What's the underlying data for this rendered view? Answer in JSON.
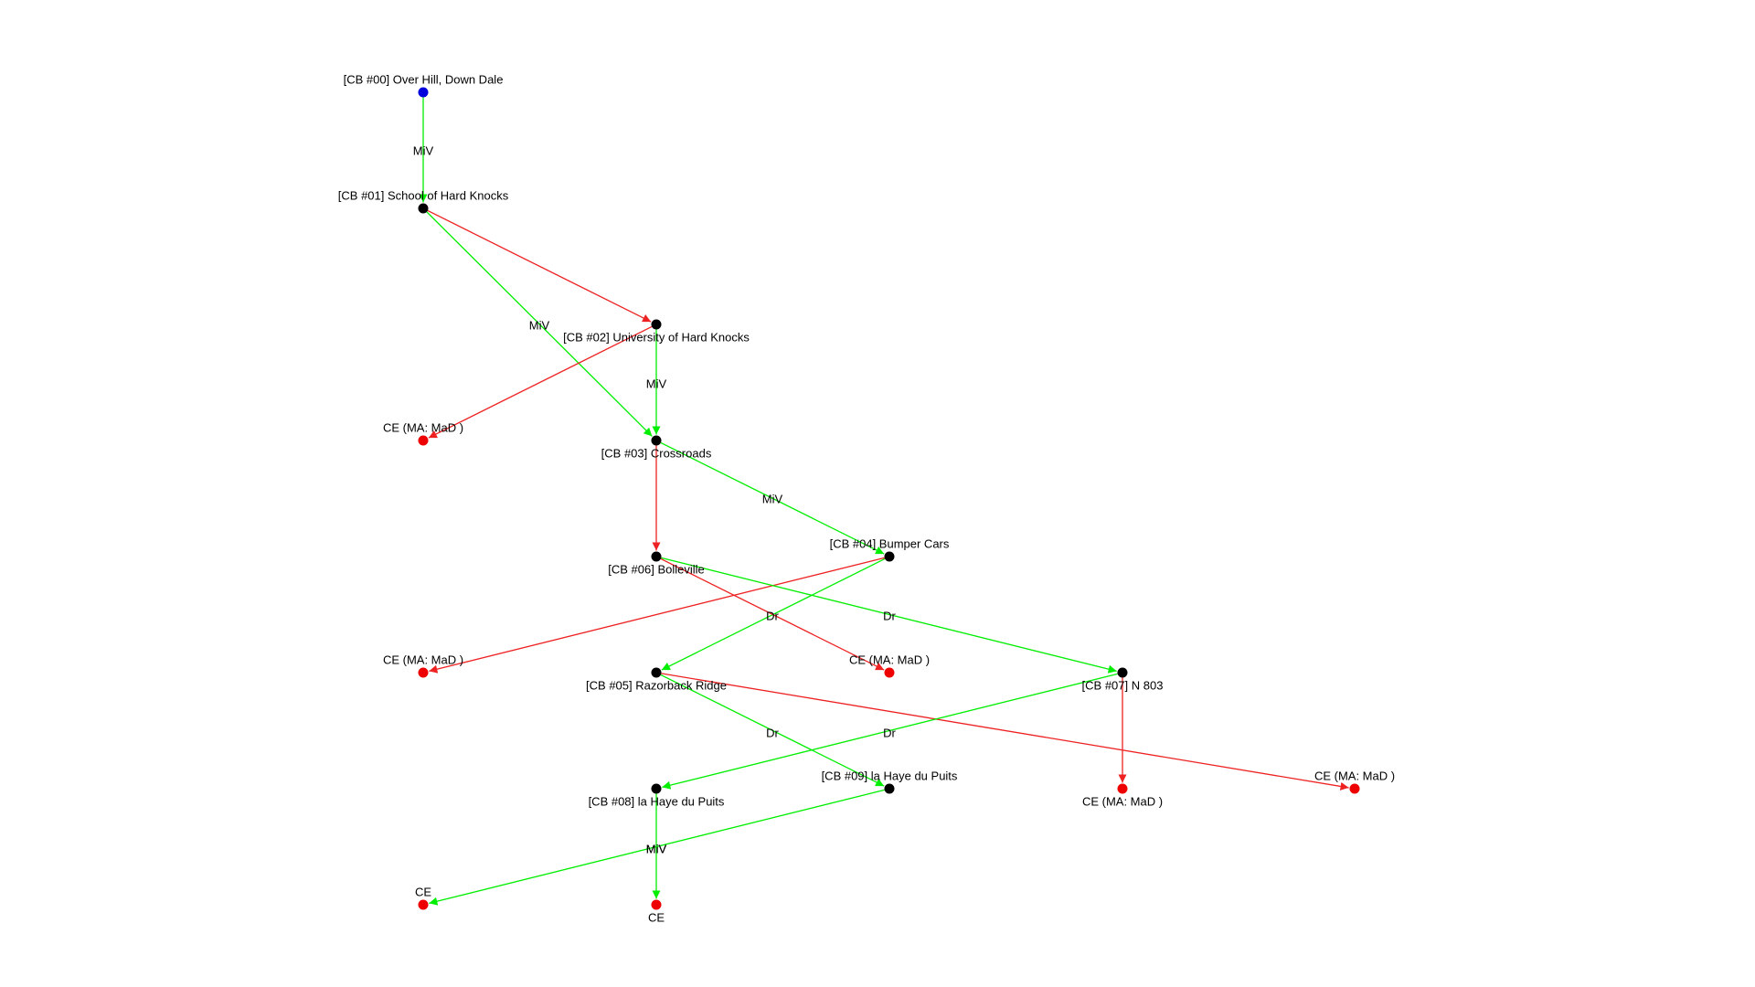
{
  "colors": {
    "background": "#ffffff",
    "edge_green": "#00ee00",
    "edge_red": "#ee2222",
    "node_start": "#0000dd",
    "node_normal": "#000000",
    "node_end": "#ee0000",
    "text": "#000000"
  },
  "nodes": [
    {
      "id": "cb00",
      "label": "[CB #00] Over Hill, Down Dale",
      "kind": "start"
    },
    {
      "id": "cb01",
      "label": "[CB #01] School of Hard Knocks",
      "kind": "normal"
    },
    {
      "id": "cb02",
      "label": "[CB #02] University of Hard Knocks",
      "kind": "normal"
    },
    {
      "id": "ce1",
      "label": "CE (MA: MaD )",
      "kind": "end"
    },
    {
      "id": "cb03",
      "label": "[CB #03] Crossroads",
      "kind": "normal"
    },
    {
      "id": "cb06",
      "label": "[CB #06] Bolleville",
      "kind": "normal"
    },
    {
      "id": "cb04",
      "label": "[CB #04] Bumper Cars",
      "kind": "normal"
    },
    {
      "id": "ce2",
      "label": "CE (MA: MaD )",
      "kind": "end"
    },
    {
      "id": "ce3",
      "label": "CE (MA: MaD )",
      "kind": "end"
    },
    {
      "id": "cb05",
      "label": "[CB #05] Razorback Ridge",
      "kind": "normal"
    },
    {
      "id": "cb07",
      "label": "[CB #07] N 803",
      "kind": "normal"
    },
    {
      "id": "cb08",
      "label": "[CB #08] la Haye du Puits",
      "kind": "normal"
    },
    {
      "id": "cb09",
      "label": "[CB #09] la Haye du Puits",
      "kind": "normal"
    },
    {
      "id": "ce4",
      "label": "CE (MA: MaD )",
      "kind": "end"
    },
    {
      "id": "ce5",
      "label": "CE (MA: MaD )",
      "kind": "end"
    },
    {
      "id": "ce6",
      "label": "CE",
      "kind": "end"
    },
    {
      "id": "ce7",
      "label": "CE",
      "kind": "end"
    }
  ],
  "edges": [
    {
      "from": "cb00",
      "to": "cb01",
      "color": "green",
      "label": "MiV"
    },
    {
      "from": "cb01",
      "to": "cb02",
      "color": "red",
      "label": ""
    },
    {
      "from": "cb01",
      "to": "cb03",
      "color": "green",
      "label": "MiV"
    },
    {
      "from": "cb02",
      "to": "cb03",
      "color": "green",
      "label": "MiV"
    },
    {
      "from": "cb02",
      "to": "ce1",
      "color": "red",
      "label": ""
    },
    {
      "from": "cb03",
      "to": "cb04",
      "color": "green",
      "label": "MiV"
    },
    {
      "from": "cb03",
      "to": "cb06",
      "color": "red",
      "label": ""
    },
    {
      "from": "cb04",
      "to": "cb05",
      "color": "green",
      "label": "Dr"
    },
    {
      "from": "cb04",
      "to": "ce2",
      "color": "red",
      "label": ""
    },
    {
      "from": "cb06",
      "to": "cb07",
      "color": "green",
      "label": "Dr"
    },
    {
      "from": "cb06",
      "to": "ce3",
      "color": "red",
      "label": ""
    },
    {
      "from": "cb05",
      "to": "cb09",
      "color": "green",
      "label": "Dr"
    },
    {
      "from": "cb05",
      "to": "ce4",
      "color": "red",
      "label": ""
    },
    {
      "from": "cb07",
      "to": "cb08",
      "color": "green",
      "label": "Dr"
    },
    {
      "from": "cb07",
      "to": "ce5",
      "color": "red",
      "label": ""
    },
    {
      "from": "cb08",
      "to": "ce7",
      "color": "green",
      "label": "MiV"
    },
    {
      "from": "cb09",
      "to": "ce6",
      "color": "green",
      "label": "MiV"
    }
  ]
}
